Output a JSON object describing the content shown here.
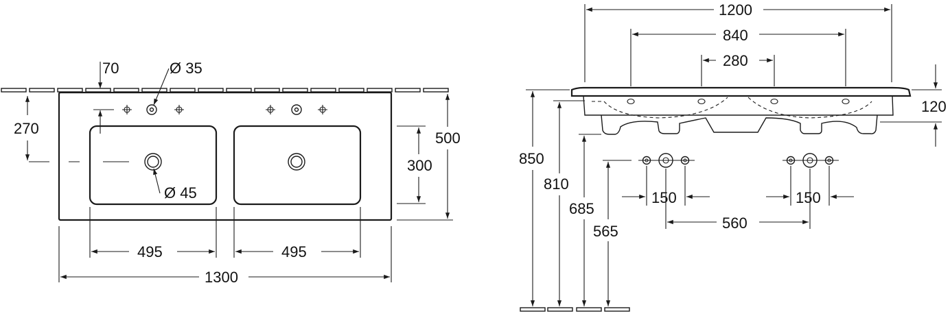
{
  "top_view": {
    "dims": {
      "wall_offset": "70",
      "tap_hole": "Ø 35",
      "tap_to_edge": "270",
      "waste_hole": "Ø 45",
      "basin_width_left": "495",
      "basin_width_right": "495",
      "total_width": "1300",
      "depth": "500",
      "basin_depth": "300"
    }
  },
  "side_view": {
    "dims": {
      "width": "1200",
      "bowl_spacing": "840",
      "tap_spacing": "280",
      "rim_height": "120",
      "height_top": "850",
      "height_810": "810",
      "height_685": "685",
      "height_565": "565",
      "fitting_spacing_left": "150",
      "fitting_spacing_right": "150",
      "fitting_center_spacing": "560"
    }
  }
}
